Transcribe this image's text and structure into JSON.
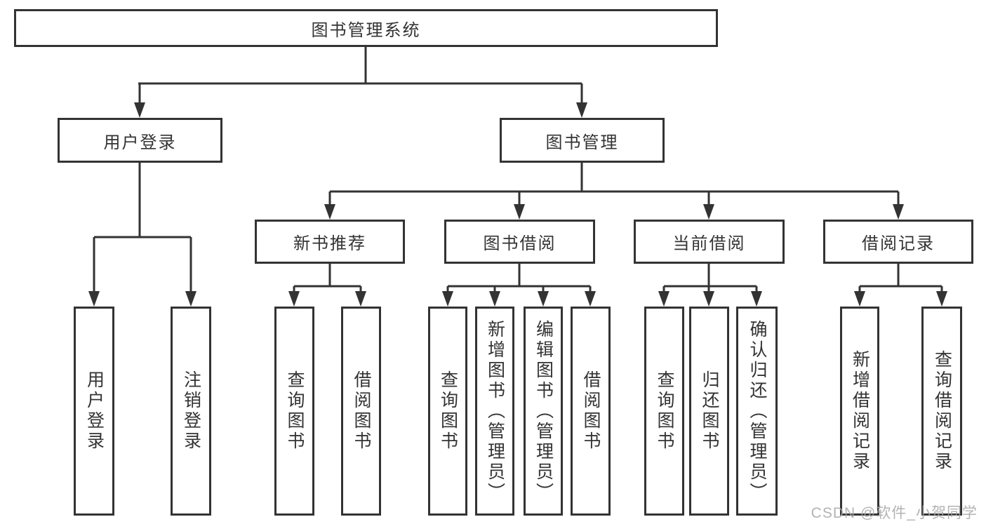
{
  "diagram": {
    "root": {
      "label": "图书管理系统"
    },
    "branches": [
      {
        "label": "用户登录",
        "children": [
          {
            "label": "用户登录"
          },
          {
            "label": "注销登录"
          }
        ]
      },
      {
        "label": "图书管理",
        "groups": [
          {
            "label": "新书推荐",
            "children": [
              {
                "label": "查询图书"
              },
              {
                "label": "借阅图书"
              }
            ]
          },
          {
            "label": "图书借阅",
            "children": [
              {
                "label": "查询图书"
              },
              {
                "label": "新增图书（管理员）"
              },
              {
                "label": "编辑图书（管理员）"
              },
              {
                "label": "借阅图书"
              }
            ]
          },
          {
            "label": "当前借阅",
            "children": [
              {
                "label": "查询图书"
              },
              {
                "label": "归还图书"
              },
              {
                "label": "确认归还（管理员）"
              }
            ]
          },
          {
            "label": "借阅记录",
            "children": [
              {
                "label": "新增借阅记录"
              },
              {
                "label": "查询借阅记录"
              }
            ]
          }
        ]
      }
    ]
  },
  "colors": {
    "line": "#333333",
    "box_background": "#ffffff",
    "text": "#333333",
    "watermark": "#a6a6a6"
  },
  "watermark": {
    "text": "CSDN @软件_小贺同学"
  }
}
